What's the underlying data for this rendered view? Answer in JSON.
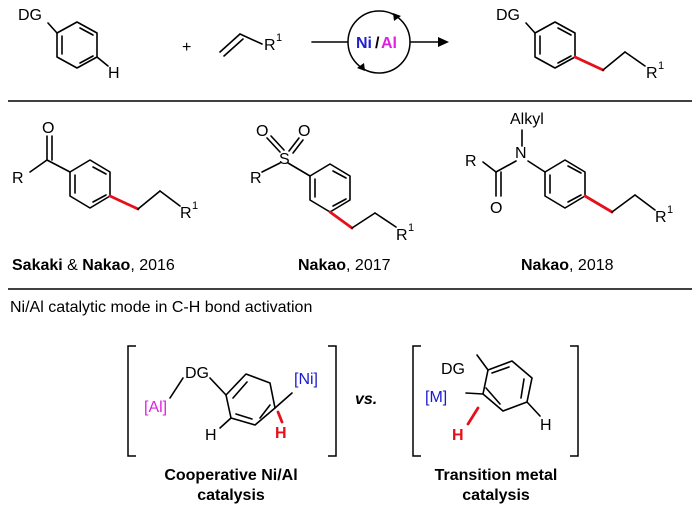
{
  "top_reaction": {
    "reactant_substituent": "DG",
    "reactant_h": "H",
    "plus": "+",
    "alkene_substituent": "R",
    "alkene_superscript": "1",
    "catalyst_ni": "Ni",
    "catalyst_slash": "/",
    "catalyst_al": "Al",
    "product_substituent": "DG",
    "product_r": "R",
    "product_superscript": "1"
  },
  "examples": [
    {
      "r_label": "R",
      "o_label": "O",
      "r1": "R",
      "r1_sup": "1",
      "author1": "Sakaki",
      "amp": " & ",
      "author2": "Nakao",
      "year": ", 2016"
    },
    {
      "r_label": "R",
      "s_label": "S",
      "o1": "O",
      "o2": "O",
      "r1": "R",
      "r1_sup": "1",
      "author": "Nakao",
      "year": ", 2017"
    },
    {
      "r_label": "R",
      "n_label": "N",
      "alkyl": "Alkyl",
      "o_label": "O",
      "r1": "R",
      "r1_sup": "1",
      "author": "Nakao",
      "year": ", 2018"
    }
  ],
  "section_title": "Ni/Al catalytic mode in C-H bond activation",
  "modes": {
    "left": {
      "dg": "DG",
      "al": "[Al]",
      "ni": "[Ni]",
      "h1": "H",
      "h2": "H",
      "caption_line1": "Cooperative Ni/Al",
      "caption_line2": "catalysis"
    },
    "vs": "vs.",
    "right": {
      "dg": "DG",
      "m": "[M]",
      "h_red": "H",
      "h": "H",
      "caption_line1": "Transition metal",
      "caption_line2": "catalysis"
    }
  },
  "colors": {
    "ni": "#2020d0",
    "al": "#e020e0",
    "red_bond": "#e4101a",
    "metal_blue": "#1a1ad0"
  }
}
